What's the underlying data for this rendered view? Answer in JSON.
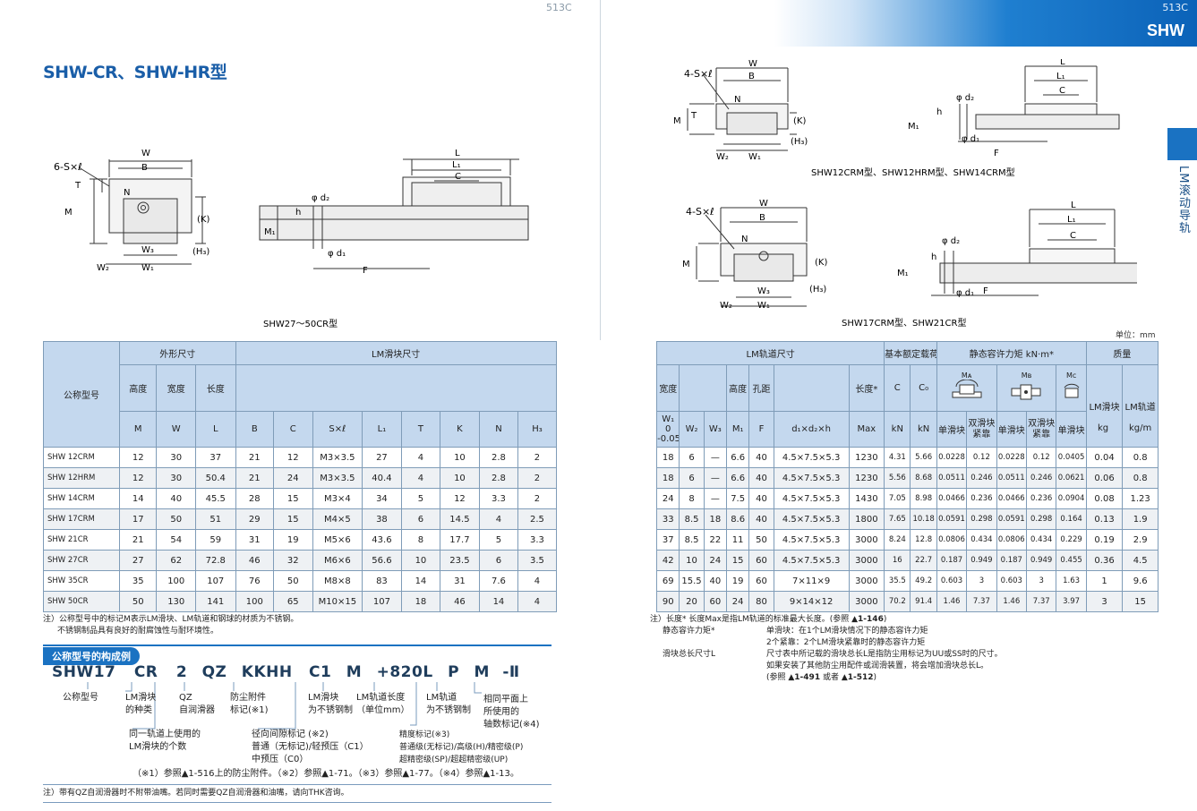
{
  "page": {
    "left_number": "513C",
    "right_number": "513C",
    "series_tag": "SHW",
    "title": "SHW-CR、SHW-HR型",
    "side_label": "LM滚动导轨",
    "unit_label": "单位：mm"
  },
  "figures": {
    "shw27_50": {
      "caption": "SHW27～50CR型",
      "labels": {
        "s": "6-S×ℓ",
        "w": "W",
        "b": "B",
        "n": "N",
        "t": "T",
        "m": "M",
        "k": "(K)",
        "h3": "(H₃)",
        "w3": "W₃",
        "w2": "W₂",
        "w1": "W₁",
        "l": "L",
        "l1": "L₁",
        "c": "C",
        "d2": "φ d₂",
        "h": "h",
        "m1": "M₁",
        "d1": "φ d₁",
        "f": "F"
      }
    },
    "shw12_14": {
      "caption": "SHW12CRM型、SHW12HRM型、SHW14CRM型",
      "labels": {
        "s": "4-S×ℓ",
        "w": "W",
        "b": "B",
        "n": "N",
        "t": "T",
        "m": "M",
        "k": "(K)",
        "h3": "(H₃)",
        "w2": "W₂",
        "w1": "W₁",
        "l": "L",
        "l1": "L₁",
        "c": "C",
        "d2": "φ d₂",
        "h": "h",
        "m1": "M₁",
        "d1": "φ d₁",
        "f": "F"
      }
    },
    "shw17_21": {
      "caption": "SHW17CRM型、SHW21CR型",
      "labels": {
        "s": "4-S×ℓ",
        "w": "W",
        "b": "B",
        "n": "N",
        "m": "M",
        "k": "(K)",
        "h3": "(H₃)",
        "w3": "W₃",
        "w2": "W₂",
        "w1": "W₁",
        "l": "L",
        "l1": "L₁",
        "c": "C",
        "d2": "φ d₂",
        "h": "h",
        "m1": "M₁",
        "d1": "φ d₁",
        "f": "F"
      }
    }
  },
  "table": {
    "headers": {
      "model": "公称型号",
      "outer": "外形尺寸",
      "block": "LM滑块尺寸",
      "rail": "LM轨道尺寸",
      "rating": "基本额定载荷",
      "moment": "静态容许力矩 kN·m*",
      "mass": "质量",
      "height": "高度",
      "width": "宽度",
      "length": "长度",
      "m": "M",
      "w": "W",
      "l": "L",
      "b": "B",
      "c": "C",
      "sl": "S×ℓ",
      "l1": "L₁",
      "t": "T",
      "k": "K",
      "n": "N",
      "h3": "H₃",
      "rail_width": "宽度",
      "w1": "W₁",
      "w1_tol1": "0",
      "w1_tol2": "-0.05",
      "w2": "W₂",
      "w3": "W₃",
      "rail_height": "高度",
      "m1": "M₁",
      "pitch": "孔距",
      "f": "F",
      "d1d2h": "d₁×d₂×h",
      "len_max": "长度*",
      "max": "Max",
      "c_cap": "C",
      "c0": "C₀",
      "kn": "kN",
      "ma": "Mᴀ",
      "mb": "Mʙ",
      "mc": "Mᴄ",
      "single": "单滑块",
      "double": "双滑块紧靠",
      "lm_block": "LM滑块",
      "lm_rail": "LM轨道",
      "kg": "kg",
      "kgm": "kg/m"
    },
    "rows": [
      {
        "model": "SHW 12CRM",
        "m": "12",
        "w": "30",
        "l": "37",
        "b": "21",
        "c": "12",
        "sl": "M3×3.5",
        "l1": "27",
        "t": "4",
        "k": "10",
        "n": "2.8",
        "h3": "2",
        "w1": "18",
        "w2": "6",
        "w3": "—",
        "m1": "6.6",
        "f": "40",
        "d": "4.5×7.5×5.3",
        "max": "1230",
        "cc": "4.31",
        "c0": "5.66",
        "ma1": "0.0228",
        "ma2": "0.12",
        "mb1": "0.0228",
        "mb2": "0.12",
        "mc": "0.0405",
        "kg": "0.04",
        "kgm": "0.8"
      },
      {
        "model": "SHW 12HRM",
        "m": "12",
        "w": "30",
        "l": "50.4",
        "b": "21",
        "c": "24",
        "sl": "M3×3.5",
        "l1": "40.4",
        "t": "4",
        "k": "10",
        "n": "2.8",
        "h3": "2",
        "w1": "18",
        "w2": "6",
        "w3": "—",
        "m1": "6.6",
        "f": "40",
        "d": "4.5×7.5×5.3",
        "max": "1230",
        "cc": "5.56",
        "c0": "8.68",
        "ma1": "0.0511",
        "ma2": "0.246",
        "mb1": "0.0511",
        "mb2": "0.246",
        "mc": "0.0621",
        "kg": "0.06",
        "kgm": "0.8"
      },
      {
        "model": "SHW 14CRM",
        "m": "14",
        "w": "40",
        "l": "45.5",
        "b": "28",
        "c": "15",
        "sl": "M3×4",
        "l1": "34",
        "t": "5",
        "k": "12",
        "n": "3.3",
        "h3": "2",
        "w1": "24",
        "w2": "8",
        "w3": "—",
        "m1": "7.5",
        "f": "40",
        "d": "4.5×7.5×5.3",
        "max": "1430",
        "cc": "7.05",
        "c0": "8.98",
        "ma1": "0.0466",
        "ma2": "0.236",
        "mb1": "0.0466",
        "mb2": "0.236",
        "mc": "0.0904",
        "kg": "0.08",
        "kgm": "1.23"
      },
      {
        "model": "SHW 17CRM",
        "m": "17",
        "w": "50",
        "l": "51",
        "b": "29",
        "c": "15",
        "sl": "M4×5",
        "l1": "38",
        "t": "6",
        "k": "14.5",
        "n": "4",
        "h3": "2.5",
        "w1": "33",
        "w2": "8.5",
        "w3": "18",
        "m1": "8.6",
        "f": "40",
        "d": "4.5×7.5×5.3",
        "max": "1800",
        "cc": "7.65",
        "c0": "10.18",
        "ma1": "0.0591",
        "ma2": "0.298",
        "mb1": "0.0591",
        "mb2": "0.298",
        "mc": "0.164",
        "kg": "0.13",
        "kgm": "1.9"
      },
      {
        "model": "SHW 21CR",
        "m": "21",
        "w": "54",
        "l": "59",
        "b": "31",
        "c": "19",
        "sl": "M5×6",
        "l1": "43.6",
        "t": "8",
        "k": "17.7",
        "n": "5",
        "h3": "3.3",
        "w1": "37",
        "w2": "8.5",
        "w3": "22",
        "m1": "11",
        "f": "50",
        "d": "4.5×7.5×5.3",
        "max": "3000",
        "cc": "8.24",
        "c0": "12.8",
        "ma1": "0.0806",
        "ma2": "0.434",
        "mb1": "0.0806",
        "mb2": "0.434",
        "mc": "0.229",
        "kg": "0.19",
        "kgm": "2.9"
      },
      {
        "model": "SHW 27CR",
        "m": "27",
        "w": "62",
        "l": "72.8",
        "b": "46",
        "c": "32",
        "sl": "M6×6",
        "l1": "56.6",
        "t": "10",
        "k": "23.5",
        "n": "6",
        "h3": "3.5",
        "w1": "42",
        "w2": "10",
        "w3": "24",
        "m1": "15",
        "f": "60",
        "d": "4.5×7.5×5.3",
        "max": "3000",
        "cc": "16",
        "c0": "22.7",
        "ma1": "0.187",
        "ma2": "0.949",
        "mb1": "0.187",
        "mb2": "0.949",
        "mc": "0.455",
        "kg": "0.36",
        "kgm": "4.5"
      },
      {
        "model": "SHW 35CR",
        "m": "35",
        "w": "100",
        "l": "107",
        "b": "76",
        "c": "50",
        "sl": "M8×8",
        "l1": "83",
        "t": "14",
        "k": "31",
        "n": "7.6",
        "h3": "4",
        "w1": "69",
        "w2": "15.5",
        "w3": "40",
        "m1": "19",
        "f": "60",
        "d": "7×11×9",
        "max": "3000",
        "cc": "35.5",
        "c0": "49.2",
        "ma1": "0.603",
        "ma2": "3",
        "mb1": "0.603",
        "mb2": "3",
        "mc": "1.63",
        "kg": "1",
        "kgm": "9.6"
      },
      {
        "model": "SHW 50CR",
        "m": "50",
        "w": "130",
        "l": "141",
        "b": "100",
        "c": "65",
        "sl": "M10×15",
        "l1": "107",
        "t": "18",
        "k": "46",
        "n": "14",
        "h3": "4",
        "w1": "90",
        "w2": "20",
        "w3": "60",
        "m1": "24",
        "f": "80",
        "d": "9×14×12",
        "max": "3000",
        "cc": "70.2",
        "c0": "91.4",
        "ma1": "1.46",
        "ma2": "7.37",
        "mb1": "1.46",
        "mb2": "7.37",
        "mc": "3.97",
        "kg": "3",
        "kgm": "15"
      }
    ]
  },
  "notes_left": [
    "注）公称型号中的标记M表示LM滑块、LM轨道和钢球的材质为不锈钢。",
    "不锈钢制品具有良好的耐腐蚀性与耐环境性。"
  ],
  "notes_right": {
    "n1": "注）长度* 长度Max是指LM轨道的标准最大长度。(参照 ",
    "n1_ref": "1-146",
    "n1_end": ")",
    "moment_title": "静态容许力矩*",
    "moment_1": "单滑块：在1个LM滑块情况下的静态容许力矩",
    "moment_2": "2个紧靠：2个LM滑块紧靠时的静态容许力矩",
    "total_title": "滑块总长尺寸L",
    "total_1": "尺寸表中所记载的滑块总长L是指防尘用标记为UU或SS时的尺寸。",
    "total_2": "如果安装了其他防尘用配件或润滑装置，将会增加滑块总长L。",
    "total_3_a": "(参照 ",
    "total_3_r1": "1-491",
    "total_3_b": " 或者 ",
    "total_3_r2": "1-512",
    "total_3_c": ")"
  },
  "example": {
    "title": "公称型号的构成例",
    "code": [
      "SHW17",
      "CR",
      "2",
      "QZ",
      "KKHH",
      "C1",
      "M",
      "+820L",
      "P",
      "M",
      "-Ⅱ"
    ],
    "labels": {
      "model": "公称型号",
      "block_type_1": "LM滑块",
      "block_type_2": "的种类",
      "qz_1": "QZ",
      "qz_2": "自润滑器",
      "dust_1": "防尘附件",
      "dust_2": "标记(※1)",
      "ss_block_1": "LM滑块",
      "ss_block_2": "为不锈钢制",
      "rail_len_1": "LM轨道长度",
      "rail_len_2": "（单位mm）",
      "ss_rail_1": "LM轨道",
      "ss_rail_2": "为不锈钢制",
      "axis_1": "相同平面上",
      "axis_2": "所使用的",
      "axis_3": "轴数标记(※4)",
      "count_1": "同一轨道上使用的",
      "count_2": "LM滑块的个数",
      "clear_1": "径向间隙标记 (※2)",
      "clear_2": "普通（无标记)/轻预压（C1）",
      "clear_3": "中预压（C0）",
      "acc_1": "精度标记(※3)",
      "acc_2": "普通级(无标记)/高级(H)/精密级(P)",
      "acc_3": "超精密级(SP)/超超精密级(UP)"
    },
    "refs": "（※1）参照▲1-516上的防尘附件。（※2）参照▲1-71。（※3）参照▲1-77。（※4）参照▲1-13。",
    "footer_note": "注）带有QZ自润滑器时不附带油嘴。若同时需要QZ自润滑器和油嘴，请向THK咨询。"
  },
  "colors": {
    "accent": "#1a72c2",
    "header_bg": "#c4d8ee",
    "title": "#1a5ea8"
  }
}
